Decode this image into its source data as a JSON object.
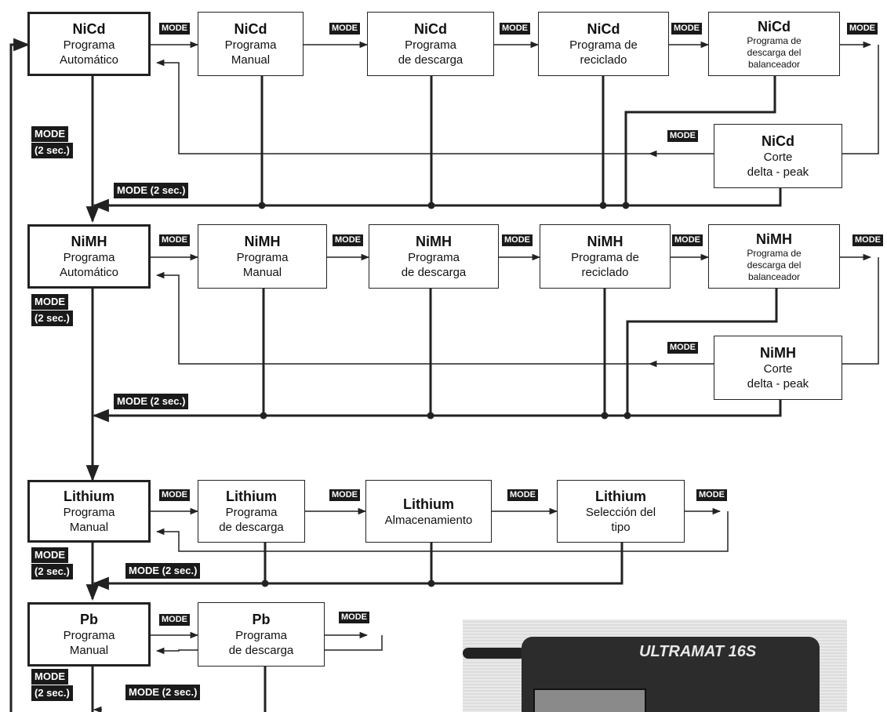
{
  "mode_label": "MODE",
  "mode_2sec_label": "MODE (2 sec.)",
  "mode_2sec_short": "MODE",
  "two_sec": "(2 sec.)",
  "rows": {
    "nicd": {
      "title": "NiCd",
      "auto": [
        "Programa",
        "Automático"
      ],
      "manual": [
        "Programa",
        "Manual"
      ],
      "discharge": [
        "Programa",
        "de descarga"
      ],
      "cycle": [
        "Programa de",
        "reciclado"
      ],
      "balancer": [
        "Programa de",
        "descarga del",
        "balanceador"
      ],
      "delta": [
        "Corte",
        "delta - peak"
      ]
    },
    "nimh": {
      "title": "NiMH",
      "auto": [
        "Programa",
        "Automático"
      ],
      "manual": [
        "Programa",
        "Manual"
      ],
      "discharge": [
        "Programa",
        "de descarga"
      ],
      "cycle": [
        "Programa de",
        "reciclado"
      ],
      "balancer": [
        "Programa de",
        "descarga del",
        "balanceador"
      ],
      "delta": [
        "Corte",
        "delta - peak"
      ]
    },
    "lithium": {
      "title": "Lithium",
      "manual": [
        "Programa",
        "Manual"
      ],
      "discharge": [
        "Programa",
        "de descarga"
      ],
      "storage": [
        "Almacenamiento"
      ],
      "type": [
        "Selección del",
        "tipo"
      ]
    },
    "pb": {
      "title": "Pb",
      "manual": [
        "Programa",
        "Manual"
      ],
      "discharge": [
        "Programa",
        "de descarga"
      ]
    }
  },
  "device_title": "ULTRAMAT 16S"
}
